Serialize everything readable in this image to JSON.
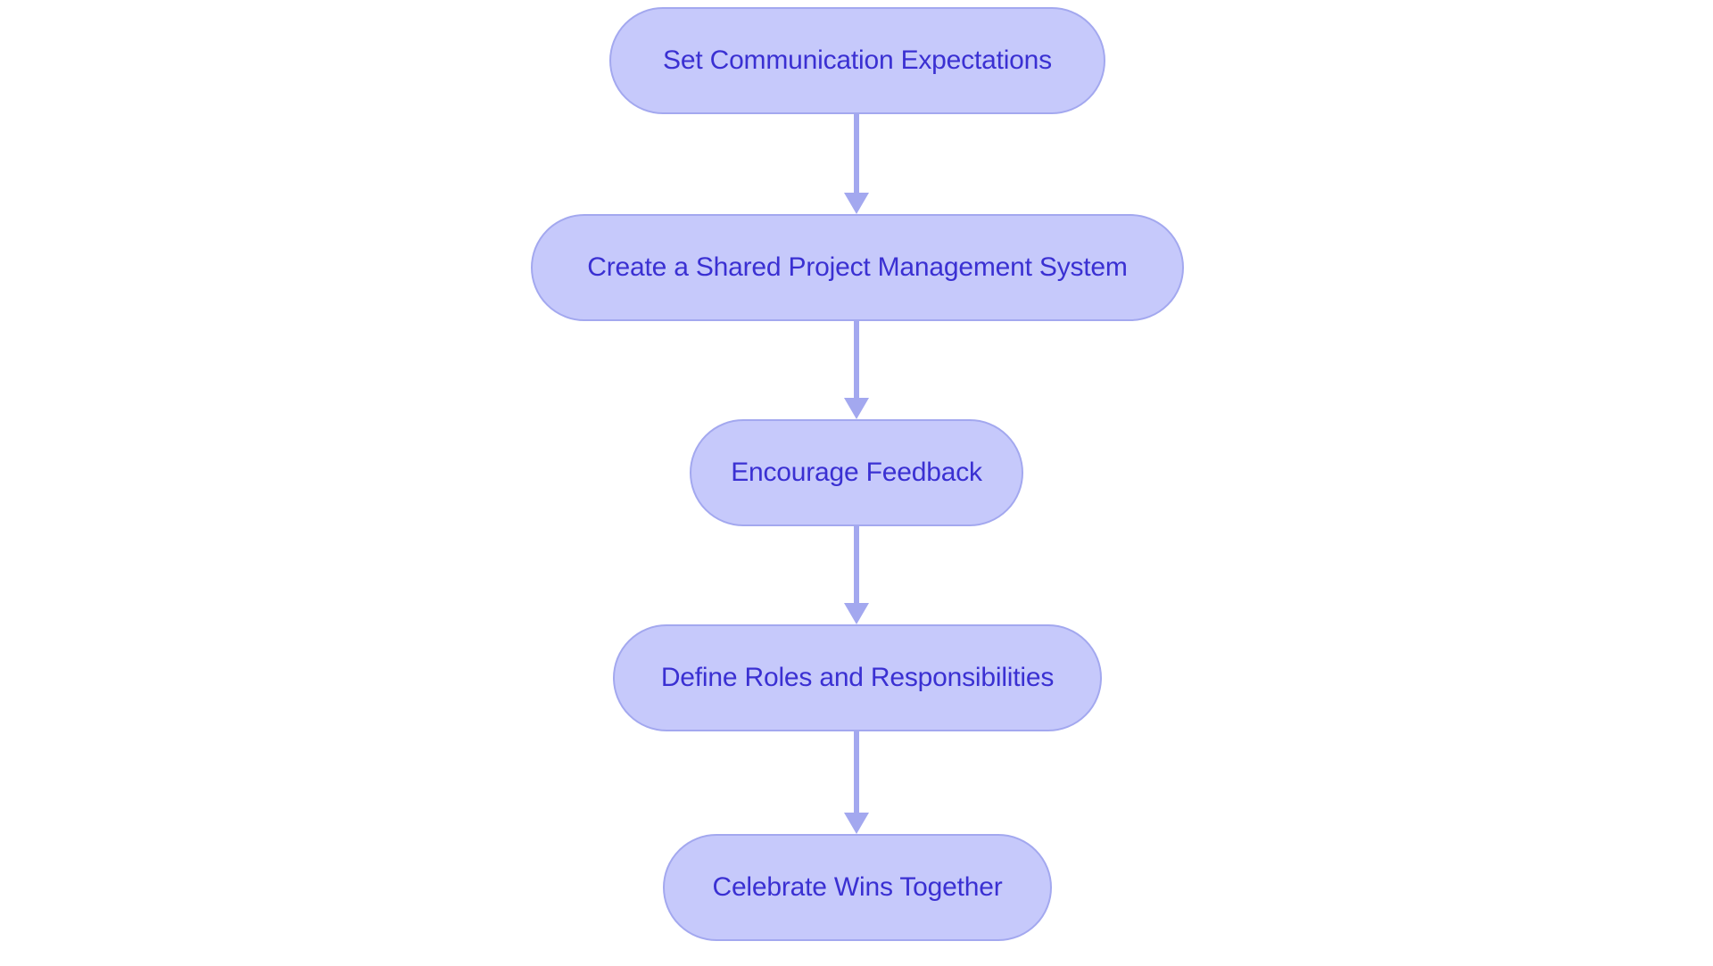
{
  "diagram": {
    "type": "flowchart",
    "orientation": "vertical-top-to-bottom",
    "background_color": "#ffffff",
    "node_fill_color": "#c6c9fb",
    "node_border_color": "#a3a8ef",
    "node_text_color": "#3a30d2",
    "connector_color": "#a3a8ef",
    "nodes": [
      {
        "id": "node-0",
        "label": "Set Communication Expectations",
        "shape": "stadium"
      },
      {
        "id": "node-1",
        "label": "Create a Shared Project Management System",
        "shape": "stadium"
      },
      {
        "id": "node-2",
        "label": "Encourage Feedback",
        "shape": "stadium"
      },
      {
        "id": "node-3",
        "label": "Define Roles and Responsibilities",
        "shape": "stadium"
      },
      {
        "id": "node-4",
        "label": "Celebrate Wins Together",
        "shape": "stadium"
      }
    ],
    "edges": [
      {
        "id": "arrow-0",
        "from": "node-0",
        "to": "node-1",
        "style": "solid-arrow"
      },
      {
        "id": "arrow-1",
        "from": "node-1",
        "to": "node-2",
        "style": "solid-arrow"
      },
      {
        "id": "arrow-2",
        "from": "node-2",
        "to": "node-3",
        "style": "solid-arrow"
      },
      {
        "id": "arrow-3",
        "from": "node-3",
        "to": "node-4",
        "style": "solid-arrow"
      }
    ]
  }
}
